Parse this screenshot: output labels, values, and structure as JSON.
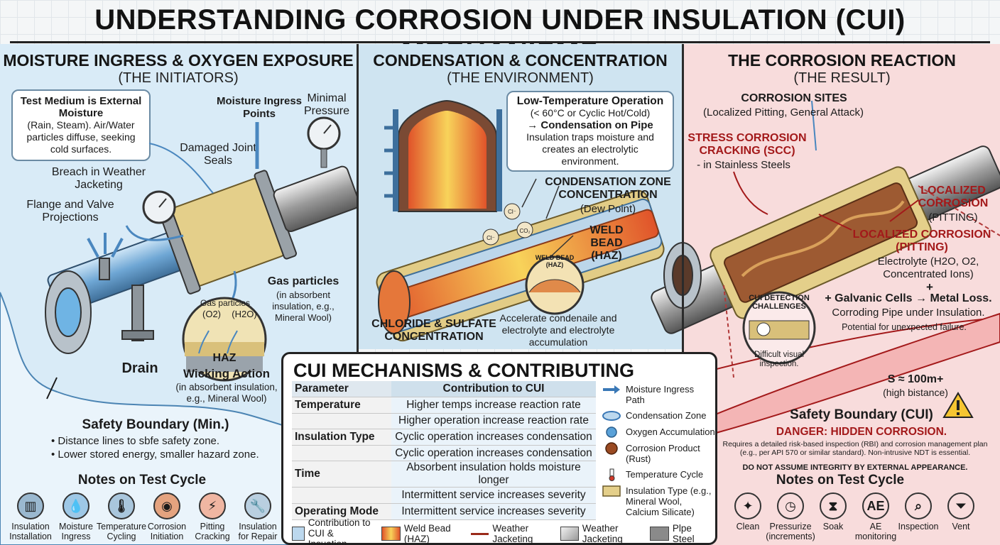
{
  "title": "UNDERSTANDING CORROSION UNDER INSULATION (CUI) MECHANISMS",
  "left": {
    "heading": "MOISTURE INGRESS & OXYGEN EXPOSURE",
    "subheading": "(THE INITIATORS)",
    "callout_bold": "Test Medium is External Moisture",
    "callout_rest": "(Rain, Steam). Air/Water particles diffuse, seeking cold surfaces.",
    "moisture_points": "Moisture Ingress Points",
    "minimal_pressure": "Minimal Pressure",
    "damaged_seals": "Damaged Joint Seals",
    "breach": "Breach in Weather Jacketing",
    "flange": "Flange and Valve Projections",
    "gas_bold": "Gas particles",
    "gas_rest": "(in absorbent insulation, e.g., Mineral Wool)",
    "inset_title": "Gas particles",
    "inset_o2": "(O2)",
    "inset_h2o": "(H2O)",
    "haz": "HAZ",
    "wicking_bold": "Wicking Action",
    "wicking_rest": "(in absorbent insulation, e.g., Mineral Wool)",
    "drain": "Drain",
    "safety_title": "Safety Boundary (Min.)",
    "safety_lines": [
      "• Distance lines to sbfe safety zone.",
      "• Lower stored energy, smaller hazard zone."
    ],
    "notes_title": "Notes on Test Cycle",
    "notes": [
      {
        "icon": "insulation-icon",
        "glyph": "▥",
        "color": "#9ab8cf",
        "label": "Insulation Installation"
      },
      {
        "icon": "droplet-icon",
        "glyph": "💧",
        "color": "#9ec8e6",
        "label": "Moisture Ingress"
      },
      {
        "icon": "thermometer-icon",
        "glyph": "🌡",
        "color": "#a9c6dc",
        "label": "Temperature Cycling"
      },
      {
        "icon": "corrosion-icon",
        "glyph": "◉",
        "color": "#e4a37f",
        "label": "Corrosion Initiation"
      },
      {
        "icon": "crack-icon",
        "glyph": "⚡",
        "color": "#f0b6a2",
        "label": "Pitting Cracking"
      },
      {
        "icon": "wrench-icon",
        "glyph": "🔧",
        "color": "#b9cfe0",
        "label": "Insulation for Repair"
      }
    ]
  },
  "mid": {
    "heading": "CONDENSATION & CONCENTRATION",
    "subheading": "(THE ENVIRONMENT)",
    "callout_title": "Low-Temperature Operation",
    "callout_line2": "(< 60°C or Cyclic Hot/Cold)",
    "callout_line3": "→ Condensation on Pipe",
    "callout_rest": "Insulation traps moisture and creates an electrolytic environment.",
    "cz_bold": "CONDENSATION ZONE CONCENTRATION",
    "cz_rest": "(Dew Point)",
    "weld_bold": "WELD BEAD (HAZ)",
    "inset_label": "WELD BEAD (HAZ)",
    "chloride": "CHLORIDE & SULFATE CONCENTRATION",
    "accelerate": "Accelerate condenaile and electrolyte and electrolyte accumulation",
    "ion1": "Cl⁻",
    "ion2": "CO₂",
    "ion3": "Cl⁻"
  },
  "right": {
    "heading": "THE CORROSION REACTION",
    "subheading": "(THE RESULT)",
    "sites_bold": "CORROSION SITES",
    "sites_rest": "(Localized Pitting, General Attack)",
    "scc_bold": "STRESS CORROSION CRACKING (SCC)",
    "scc_rest": "- in Stainless Steels",
    "loc1_bold": "LOCALIZED CORROSION",
    "loc1_rest": "(PITTING)",
    "loc2_bold": "LOCALIZED CORROSION (PITTING)",
    "electrolyte": "Electrolyte (H2O, O2, Concentrated Ions)",
    "plus": "+",
    "galvanic": "+ Galvanic Cells → Metal Loss.",
    "corroding": "Corroding Pipe under Insulation.",
    "potential": "Potential for unexpected failure.",
    "detect_title": "CUI DETECTION CHALLENGES",
    "detect_caption": "Difficult visual inspection.",
    "distance": "S ≈ 100m+",
    "distance_sub": "(high bistance)",
    "safety_title": "Safety Boundary (CUI)",
    "danger": "DANGER: HIDDEN CORROSION.",
    "requires": "Requires a detailed risk-based inspection (RBI) and corrosion management plan (e.g., per API 570 or similar standard). Non-intrusive NDT is essential.",
    "do_not": "DO NOT ASSUME INTEGRITY BY EXTERNAL APPEARANCE.",
    "notes_title": "Notes on Test Cycle",
    "notes": [
      {
        "icon": "sparkle-icon",
        "glyph": "✦",
        "label": "Clean"
      },
      {
        "icon": "clock-icon",
        "glyph": "◷",
        "label": "Pressurize (increments)"
      },
      {
        "icon": "hourglass-icon",
        "glyph": "⧗",
        "label": "Soak"
      },
      {
        "icon": "ae-icon",
        "glyph": "AE",
        "label": "AE monitoring"
      },
      {
        "icon": "magnifier-icon",
        "glyph": "⌕",
        "label": "Inspection"
      },
      {
        "icon": "funnel-icon",
        "glyph": "⏷",
        "label": "Vent"
      }
    ]
  },
  "mech": {
    "title": "CUI MECHANISMS & CONTRIBUTING FACTORS",
    "headers": [
      "Parameter",
      "Contribution to CUI"
    ],
    "rows": [
      [
        "Temperature",
        "Higher temps increase reaction rate"
      ],
      [
        "",
        "Higher operation increase reaction rate"
      ],
      [
        "Insulation Type",
        "Cyclic operation increases condensation"
      ],
      [
        "",
        "Cyclic operation increases condensation"
      ],
      [
        "Time",
        "Absorbent insulation holds moisture longer"
      ],
      [
        "",
        "Intermittent service increases severity"
      ],
      [
        "Operating Mode",
        "Intermittent service increases severity"
      ]
    ],
    "legend": [
      {
        "key": "arrow",
        "label": "Moisture Ingress Path"
      },
      {
        "key": "ellipse",
        "label": "Condensation Zone"
      },
      {
        "key": "dot",
        "label": "Oxygen Accumulation"
      },
      {
        "key": "rust",
        "label": "Corrosion Product (Rust)"
      },
      {
        "key": "thermo",
        "label": "Temperature Cycle"
      },
      {
        "key": "insul",
        "label": "Insulation Type (e.g., Mineral Wool, Calcium Silicate)"
      }
    ],
    "bottom_legend": [
      {
        "key": "cui",
        "label": "Contribution to CUI & Insuation"
      },
      {
        "key": "weld",
        "label": "Weld Bead (HAZ)"
      },
      {
        "key": "jacket-line",
        "label": "Weather Jacketing"
      },
      {
        "key": "jacket",
        "label": "Weather Jacketing"
      },
      {
        "key": "steel",
        "label": "Plpe Steel"
      }
    ]
  },
  "colors": {
    "left_bg": "#d9ebf7",
    "right_bg": "#f8dcdc",
    "danger_red": "#a3191a",
    "pipe_blue": "#7fb3dc"
  }
}
